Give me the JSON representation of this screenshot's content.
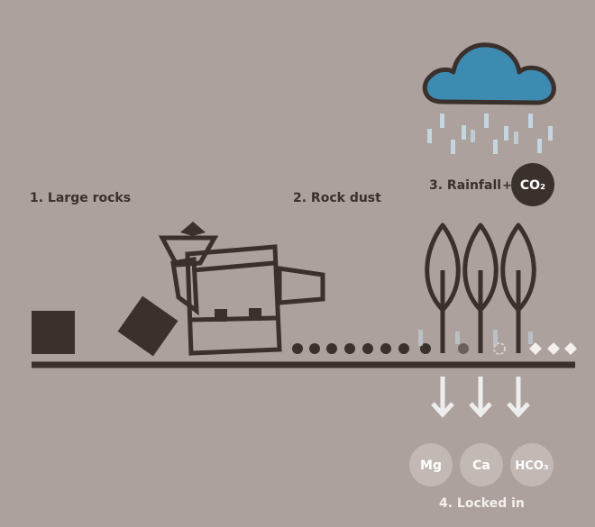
{
  "steps": {
    "step1": "1. Large rocks",
    "step2": "2. Rock dust",
    "step3": "3. Rainfall",
    "plus": "+",
    "co2": "CO₂",
    "step4": "4. Locked in"
  },
  "minerals": [
    "Mg",
    "Ca",
    "HCO₃"
  ],
  "colors": {
    "background": "#aca19c",
    "ink": "#3a302c",
    "cloud": "#3d8bb0",
    "rain": "#c4d6e0",
    "arrow": "#eeeeee",
    "mineral_circle": "#c2b9b5",
    "label_light": "#f3efed"
  },
  "icons": [
    "rock-icon",
    "crusher-machine-icon",
    "cloud-icon",
    "raindrop-icon",
    "tree-icon",
    "down-arrow-icon",
    "co2-badge-icon"
  ]
}
